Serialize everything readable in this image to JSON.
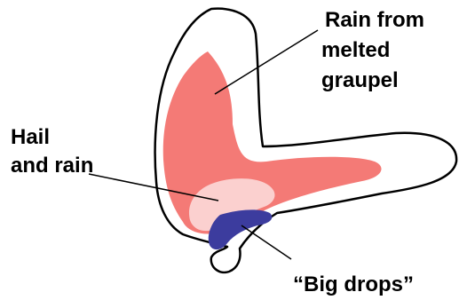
{
  "labels": {
    "rain_from_graupel": [
      "Rain from",
      "melted",
      "graupel"
    ],
    "hail_and_rain": [
      "Hail",
      "and rain"
    ],
    "big_drops": "“Big drops”"
  },
  "colors": {
    "outline": "#000000",
    "rain_region": "#f47a76",
    "hail_region": "#fbd0cf",
    "big_drops_region": "#3c3c9e",
    "background": "#ffffff"
  }
}
